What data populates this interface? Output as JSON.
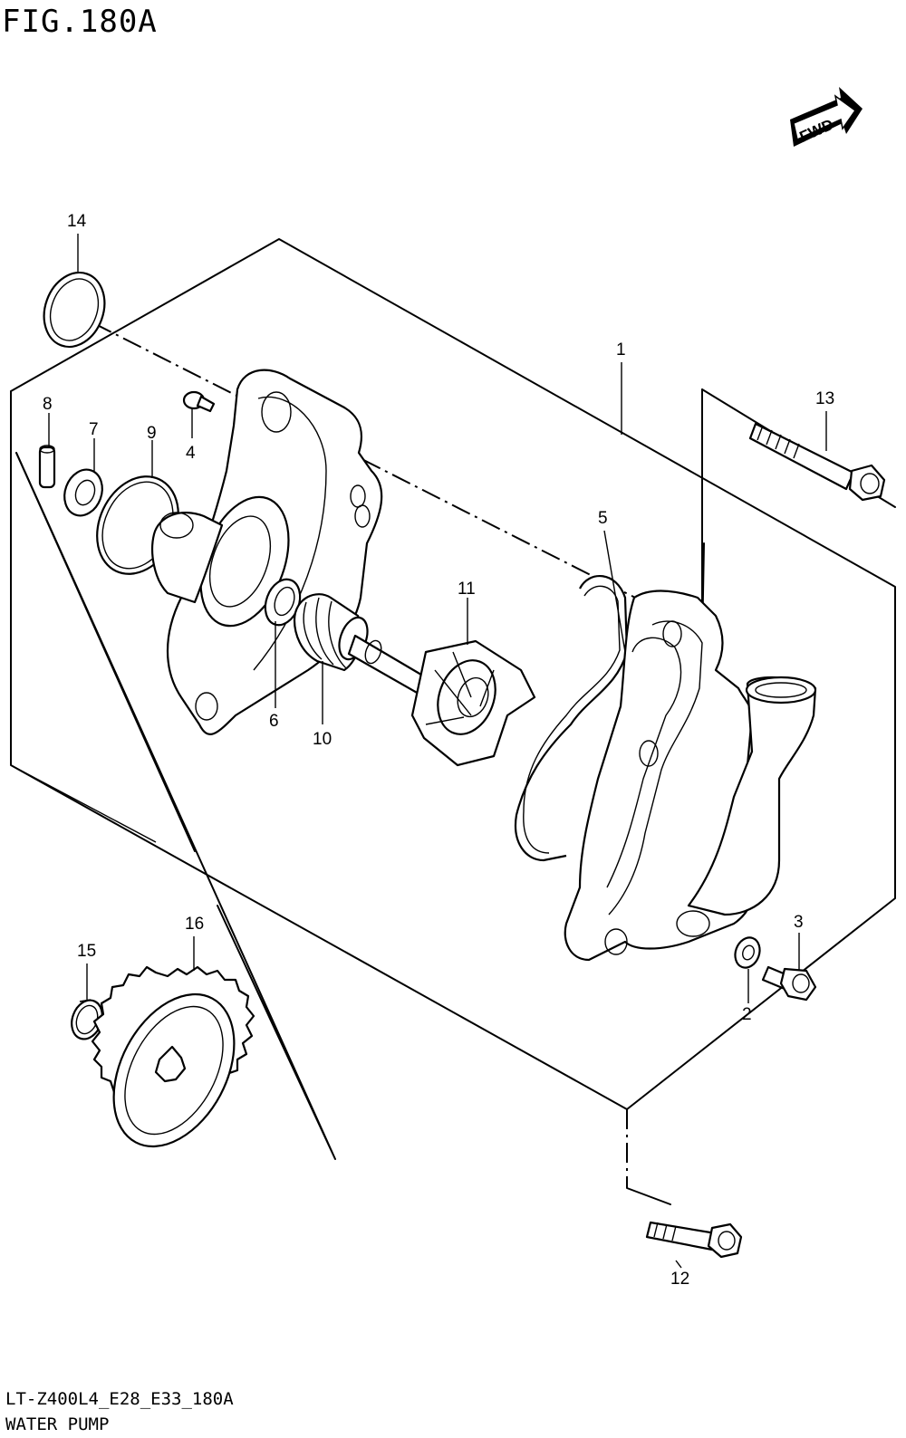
{
  "figure": {
    "title": "FIG.180A",
    "model_code": "LT-Z400L4_E28_E33_180A",
    "name": "WATER PUMP",
    "direction_badge": "FWD"
  },
  "callouts": {
    "c1": "1",
    "c2": "2",
    "c3": "3",
    "c4": "4",
    "c5": "5",
    "c6": "6",
    "c7": "7",
    "c8": "8",
    "c9": "9",
    "c10": "10",
    "c11": "11",
    "c12": "12",
    "c13": "13",
    "c14": "14",
    "c15": "15",
    "c16": "16"
  },
  "icons": {
    "fwd_arrow": "fwd-arrow-icon"
  }
}
